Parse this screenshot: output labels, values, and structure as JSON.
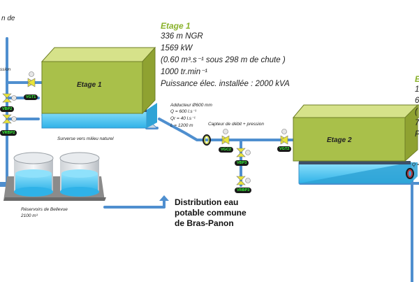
{
  "header": {
    "left_fragment_top": "n de",
    "left_fragment_pression": "ssion"
  },
  "etage1": {
    "title": "Etage 1",
    "box_label": "Etage 1",
    "specs": [
      "336 m NGR",
      "1569 kW",
      "(0.60 m³.s⁻¹ sous 298 m de chute )",
      "1000 tr.min⁻¹",
      "Puissance élec. installée : 2000 kVA"
    ]
  },
  "etage2": {
    "box_label": "Etage 2",
    "title_fragment": "E",
    "spec_fragments": [
      "1",
      "6",
      "(",
      "7",
      "P"
    ]
  },
  "adducteur": {
    "lines": [
      "Adducteur  Ø600 mm",
      "Q = 600 l.s⁻¹",
      "Qr = 40 l.s⁻¹",
      "L = 1200 m"
    ]
  },
  "labels": {
    "capteur": "Capteur de débit + pression",
    "surverse": "Surverse vers milieu naturel",
    "reservoirs": "Réservoirs de Bellevue",
    "reservoirs_volume": "2100 m³",
    "right_q_fragment": "Q ="
  },
  "distribution": {
    "lines": [
      "Distribution eau",
      "potable commune",
      "de Bras-Panon"
    ]
  },
  "valves": {
    "vgt1": "VGT1",
    "vbp2": "VBP2",
    "vrbp2": "VRBP2",
    "vgc2": "VGC2",
    "vbp3": "VBP3",
    "vrbp3": "VRBP3",
    "vgt2": "VGT2"
  },
  "colors": {
    "box_green": "#a9c04a",
    "pipe_blue": "#4f8fcf",
    "water_blue": "#44c3f0",
    "tag_text": "#39ff39"
  }
}
